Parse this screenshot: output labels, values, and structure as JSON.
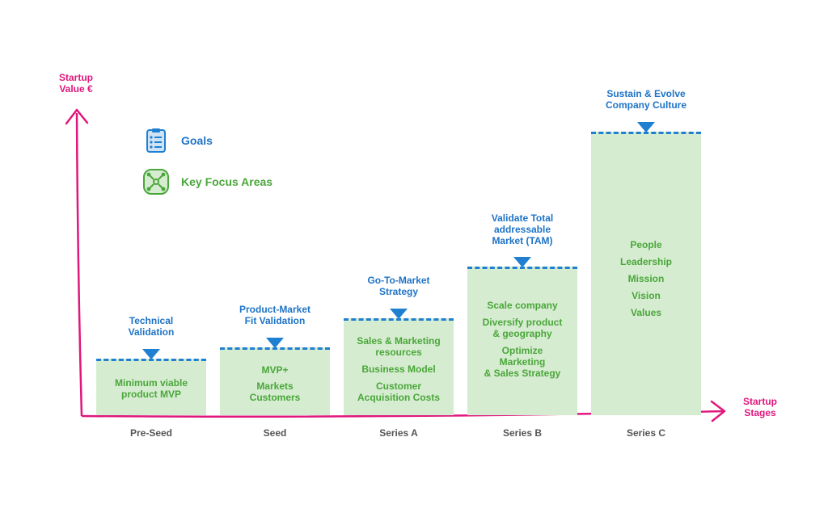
{
  "axes": {
    "y_label": "Startup\nValue €",
    "x_label": "Startup\nStages",
    "color": "#e0177d"
  },
  "legend": {
    "goals": {
      "label": "Goals",
      "icon": "clipboard-checklist-icon",
      "color": "#1e73c6"
    },
    "focus": {
      "label": "Key Focus Areas",
      "icon": "arrows-out-icon",
      "color": "#4aa63a"
    }
  },
  "colors": {
    "bar_fill": "#d5ecd0",
    "goal_line": "#1f7fd0",
    "goal_text": "#1e73c6",
    "focus_text": "#4aa63a",
    "stage_text": "#555555"
  },
  "stages": [
    {
      "id": "pre-seed",
      "name": "Pre-Seed",
      "goal": "Technical\nValidation",
      "focus_areas": [
        "Minimum viable\nproduct MVP"
      ]
    },
    {
      "id": "seed",
      "name": "Seed",
      "goal": "Product-Market\nFit Validation",
      "focus_areas": [
        "MVP+",
        "Markets\nCustomers"
      ]
    },
    {
      "id": "series-a",
      "name": "Series A",
      "goal": "Go-To-Market\nStrategy",
      "focus_areas": [
        "Sales & Marketing\nresources",
        "Business Model",
        "Customer\nAcquisition Costs"
      ]
    },
    {
      "id": "series-b",
      "name": "Series B",
      "goal": "Validate Total\naddressable\nMarket (TAM)",
      "focus_areas": [
        "Scale company",
        "Diversify product\n& geography",
        "Optimize\nMarketing\n& Sales Strategy"
      ]
    },
    {
      "id": "series-c",
      "name": "Series C",
      "goal": "Sustain & Evolve\nCompany Culture",
      "focus_areas": [
        "People",
        "Leadership",
        "Mission",
        "Vision",
        "Values"
      ]
    }
  ]
}
